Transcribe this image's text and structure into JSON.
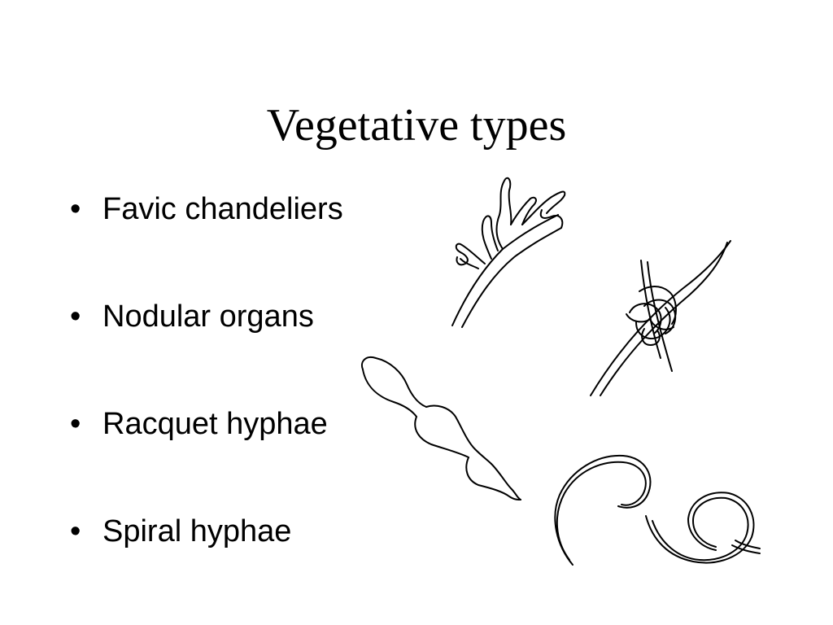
{
  "slide": {
    "title": "Vegetative types",
    "bullet_symbol": "•",
    "bullets": [
      "Favic chandeliers",
      "Nodular organs",
      "Racquet hyphae",
      "Spiral hyphae"
    ]
  },
  "figures": [
    {
      "name": "favic-chandelier-drawing"
    },
    {
      "name": "nodular-organ-drawing"
    },
    {
      "name": "racquet-hyphae-drawing"
    },
    {
      "name": "spiral-hyphae-drawing"
    }
  ],
  "colors": {
    "background": "#ffffff",
    "ink": "#000000"
  }
}
